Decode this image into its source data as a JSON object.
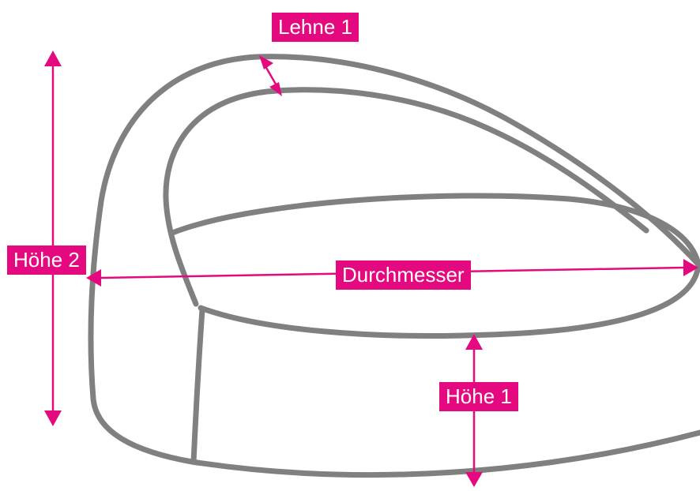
{
  "labels": {
    "lehne_1": "Lehne 1",
    "hoehe_2": "Höhe 2",
    "durchmesser": "Durchmesser",
    "hoehe_1": "Höhe 1"
  },
  "colors": {
    "outline": "#808080",
    "dimension": "#e5097f",
    "label_text": "#ffffff",
    "background": "#ffffff"
  }
}
